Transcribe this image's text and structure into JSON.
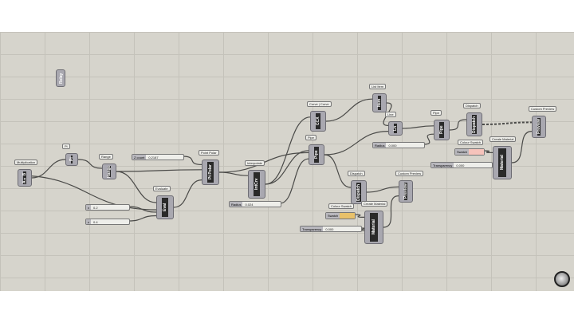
{
  "colors": {
    "canvas": "#d6d4cc",
    "wire": "#4a4a48",
    "swatch_pink": "#f6c3bb",
    "swatch_yellow": "#e8c16a"
  },
  "nodes": {
    "relay": {
      "label": "",
      "core": "Relay"
    },
    "mult": {
      "label": "Multiplication",
      "core": "A×B"
    },
    "pi": {
      "label": "Pi",
      "core": "Pi"
    },
    "range": {
      "label": "Range",
      "core": "Range"
    },
    "ptpolar": {
      "label": "Point Polar",
      "core": "Pt Polar"
    },
    "graph": {
      "label": "Evaluate",
      "core": "Eval"
    },
    "intcrv": {
      "label": "Interpolate",
      "core": "IntCrv"
    },
    "ccx": {
      "label": "Curve | Curve",
      "core": "CCX"
    },
    "pipe1": {
      "label": "Pipe",
      "core": "Pipe"
    },
    "item": {
      "label": "List Item",
      "core": "Item"
    },
    "line": {
      "label": "Line",
      "core": "Ln"
    },
    "pipe2": {
      "label": "Pipe",
      "core": "Pipe"
    },
    "dispatch1": {
      "label": "Dispatch",
      "core": "Dispatch"
    },
    "preview1": {
      "label": "Custom Preview",
      "core": "Preview"
    },
    "material1": {
      "label": "Create Material",
      "core": "Material"
    },
    "dispatch2": {
      "label": "Dispatch",
      "core": "Dispatch"
    },
    "preview2": {
      "label": "Custom Preview",
      "core": "Preview"
    },
    "material2": {
      "label": "Create Material",
      "core": "Material"
    }
  },
  "sliders": {
    "zcount": {
      "label": "Z count",
      "value": "0.2187"
    },
    "x": {
      "label": "x",
      "value": "0.2"
    },
    "z": {
      "label": "z",
      "value": "0.4"
    },
    "radius1": {
      "label": "Radius",
      "value": "0.024"
    },
    "radius2": {
      "label": "Radius",
      "value": "0.000"
    },
    "transp1": {
      "label": "Transparency",
      "value": "0.000"
    },
    "transp2": {
      "label": "Transparency",
      "value": "0.000"
    }
  },
  "swatches": {
    "swatch1": {
      "title": "Colour Swatch",
      "label": "Swatch",
      "color": "#f6c3bb"
    },
    "swatch2": {
      "title": "Colour Swatch",
      "label": "Swatch",
      "color": "#e8c16a"
    }
  }
}
